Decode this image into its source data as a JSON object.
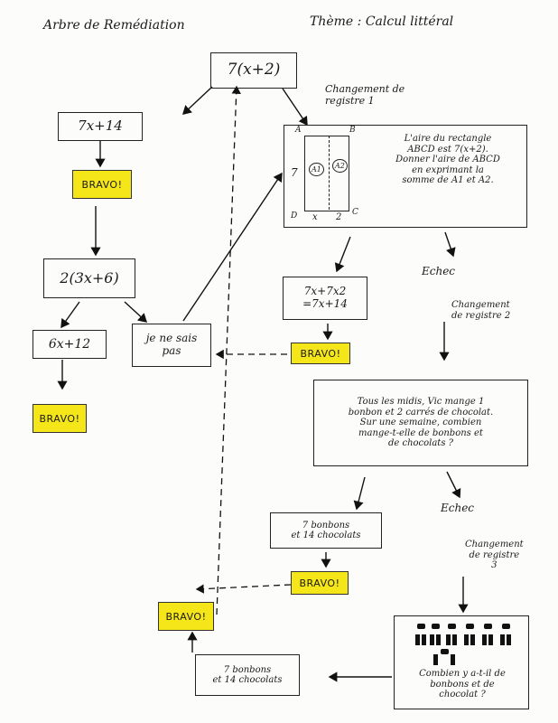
{
  "header": {
    "left": "Arbre de Remédiation",
    "theme": "Thème : Calcul littéral"
  },
  "nodes": {
    "root": "7(x+2)",
    "dev_left": "7x+14",
    "facto": "2(3x+6)",
    "dev2": "6x+12",
    "nsp": "je ne sais\npas",
    "problem_geo": "L'aire du rectangle\nABCD est 7(x+2).\nDonner l'aire de ABCD\nen exprimant la\nsomme de A1 et A2.",
    "geo_answer": "7x+7x2\n=7x+14",
    "problem_word": "Tous les midis, Vic mange 1\nbonbon et 2 carrés de chocolat.\nSur une semaine, combien\nmange-t-elle de bonbons et\nde chocolats ?",
    "word_answer": "7 bonbons\net 14 chocolats",
    "problem_pic": "Combien y a-t-il de\nbonbons et de\nchocolat ?",
    "pic_answer": "7 bonbons\net 14 chocolats"
  },
  "bravo_label": "BRAVO!",
  "labels": {
    "change1": "Changement de\nregistre 1",
    "change2": "Changement\nde registre 2",
    "change3": "Changement\nde registre\n3",
    "echec1": "Echec",
    "echec2": "Echec"
  },
  "rectangle": {
    "corner_a": "A",
    "corner_b": "B",
    "corner_c": "C",
    "corner_d": "D",
    "side_label": "7",
    "width_x": "x",
    "width_2": "2",
    "area1": "A1",
    "area2": "A2"
  },
  "colors": {
    "bravo": "#f5e61a",
    "ink": "#1a1a1a"
  }
}
